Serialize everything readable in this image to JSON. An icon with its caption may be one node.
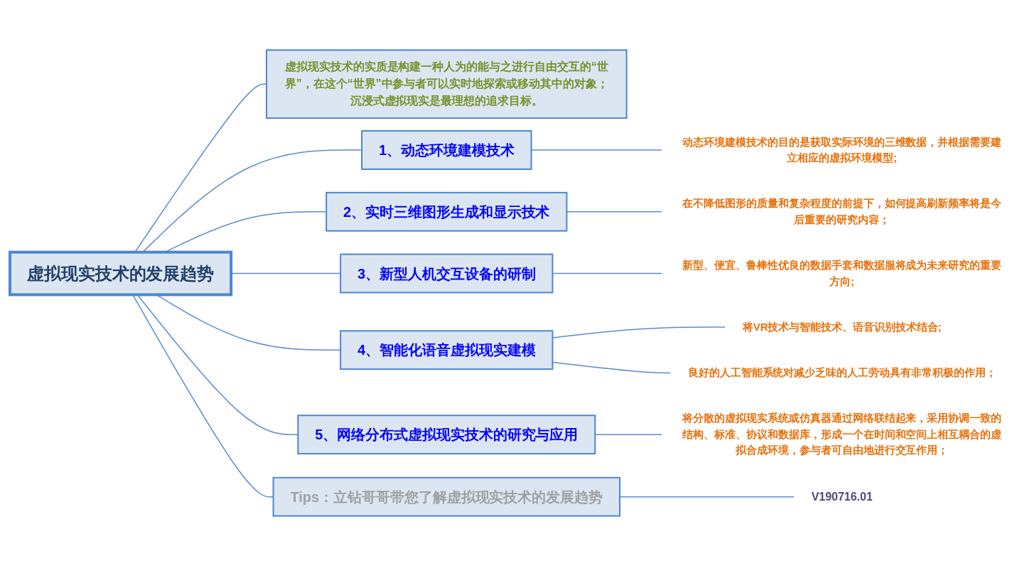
{
  "diagram": {
    "nodes": [
      {
        "text": [
          "虚拟现实技术的发展趋势"
        ]
      },
      {
        "text": [
          "虚拟现实技术的实质是构建一种人为的能与之进行自由交互的“世界”，在这个“世界”中参与者可以实时地探索或移动其中的对象；沉浸式虚拟现实是最理想的追求目标。"
        ]
      },
      {
        "text": [
          "1、动态环境建模技术"
        ]
      },
      {
        "text": [
          "动态环境建模技术的目的是获取实际环境的三维数据，并根据需要建立相应的虚拟环境模型;"
        ]
      },
      {
        "text": [
          "2、实时三维图形生成和显示技术"
        ]
      },
      {
        "text": [
          "在不降低图形的质量和复杂程度的前提下，如何提高刷新频率将是今后重要的研究内容；"
        ]
      },
      {
        "text": [
          "3、新型人机交互设备的研制"
        ]
      },
      {
        "text": [
          "新型、便宜、鲁棒性优良的数据手套和数据服将成为未来研究的重要方向;"
        ]
      },
      {
        "text": [
          "4、智能化语音虚拟现实建模"
        ]
      },
      {
        "text": [
          "将VR技术与智能技术、语音识别技术结合;"
        ]
      },
      {
        "text": [
          "良好的人工智能系统对减少乏味的人工劳动具有非常积极的作用；"
        ]
      },
      {
        "text": [
          "5、网络分布式虚拟现实技术的研究与应用"
        ]
      },
      {
        "text": [
          "将分散的虚拟现实系统或仿真器通过网络联结起来，采用协调一致的结构、标准、协议和数据库，形成一个在时间和空间上相互耦合的虚拟合成环境，参与者可自由地进行交互作用；"
        ]
      },
      {
        "text": [
          "Tips：立钻哥哥带您了解虚拟现实技术的发展趋势"
        ]
      },
      {
        "text": [
          "V190716.01"
        ]
      }
    ],
    "edges": [
      {
        "from": 0,
        "to": 1,
        "arrow": "none"
      },
      {
        "from": 0,
        "to": 2,
        "arrow": "none"
      },
      {
        "from": 2,
        "to": 3,
        "arrow": "none"
      },
      {
        "from": 0,
        "to": 4,
        "arrow": "none"
      },
      {
        "from": 4,
        "to": 5,
        "arrow": "none"
      },
      {
        "from": 0,
        "to": 6,
        "arrow": "none"
      },
      {
        "from": 6,
        "to": 7,
        "arrow": "none"
      },
      {
        "from": 0,
        "to": 8,
        "arrow": "none"
      },
      {
        "from": 8,
        "to": 9,
        "arrow": "none"
      },
      {
        "from": 8,
        "to": 10,
        "arrow": "none"
      },
      {
        "from": 0,
        "to": 11,
        "arrow": "none"
      },
      {
        "from": 11,
        "to": 12,
        "arrow": "none"
      },
      {
        "from": 0,
        "to": 13,
        "arrow": "none"
      },
      {
        "from": 13,
        "to": 14,
        "arrow": "none"
      }
    ]
  }
}
